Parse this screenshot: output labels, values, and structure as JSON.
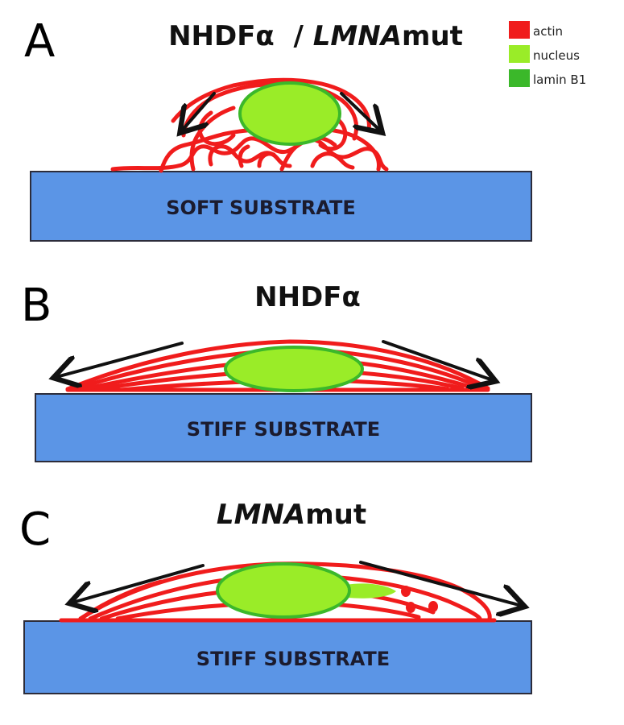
{
  "colors": {
    "actin": "#f01c1c",
    "nucleus": "#9aec28",
    "lamin": "#3bb82a",
    "substrate": "#5b95e6",
    "arrow": "#111111"
  },
  "legend": [
    {
      "label": "actin",
      "color": "#f01c1c"
    },
    {
      "label": "nucleus",
      "color": "#9aec28"
    },
    {
      "label": "lamin B1",
      "color": "#3bb82a"
    }
  ],
  "panels": [
    {
      "letter": "A",
      "title_parts": [
        {
          "text": "NHDFα  / ",
          "italic": false
        },
        {
          "text": "LMNA",
          "italic": true
        },
        {
          "text": "mut",
          "italic": false
        }
      ],
      "substrate": "SOFT SUBSTRATE"
    },
    {
      "letter": "B",
      "title_parts": [
        {
          "text": "NHDFα",
          "italic": false
        }
      ],
      "substrate": "STIFF SUBSTRATE"
    },
    {
      "letter": "C",
      "title_parts": [
        {
          "text": "LMNA",
          "italic": true
        },
        {
          "text": "mut",
          "italic": false
        }
      ],
      "substrate": "STIFF SUBSTRATE"
    }
  ]
}
